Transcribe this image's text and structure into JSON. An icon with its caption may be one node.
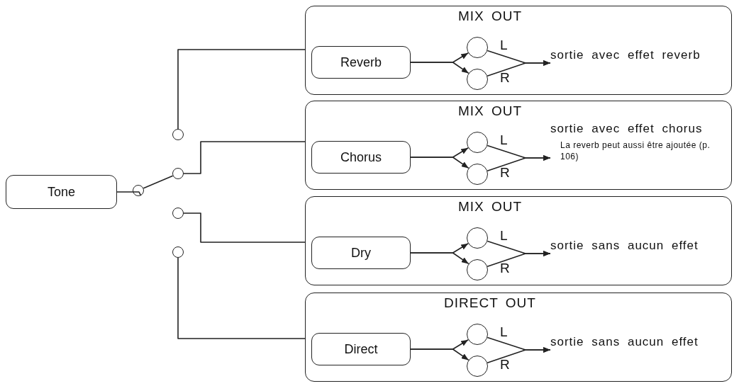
{
  "diagram": {
    "nodes": [
      {
        "text": [
          "Tone"
        ]
      },
      {
        "text": [],
        "shape": "circle"
      },
      {
        "text": [],
        "shape": "circle"
      },
      {
        "text": [],
        "shape": "circle"
      },
      {
        "text": [],
        "shape": "circle"
      },
      {
        "text": [],
        "shape": "circle"
      },
      {
        "text": [
          "MIX OUT"
        ]
      },
      {
        "text": [
          "Reverb"
        ],
        "in": 6
      },
      {
        "text": [],
        "shape": "circle",
        "beside": [
          "L"
        ],
        "in": 6
      },
      {
        "text": [],
        "shape": "circle",
        "beside": [
          "R"
        ],
        "in": 6
      },
      {
        "text": [
          "sortie avec effet reverb"
        ],
        "in": 6
      },
      {
        "text": [
          "MIX OUT"
        ]
      },
      {
        "text": [
          "Chorus"
        ],
        "in": 11
      },
      {
        "text": [],
        "shape": "circle",
        "beside": [
          "L"
        ],
        "in": 11
      },
      {
        "text": [],
        "shape": "circle",
        "beside": [
          "R"
        ],
        "in": 11
      },
      {
        "text": [
          "sortie avec effet chorus",
          "La reverb peut aussi être ajoutée (p. 106)"
        ],
        "in": 11
      },
      {
        "text": [
          "MIX OUT"
        ]
      },
      {
        "text": [
          "Dry"
        ],
        "in": 16
      },
      {
        "text": [],
        "shape": "circle",
        "beside": [
          "L"
        ],
        "in": 16
      },
      {
        "text": [],
        "shape": "circle",
        "beside": [
          "R"
        ],
        "in": 16
      },
      {
        "text": [
          "sortie sans aucun effet"
        ],
        "in": 16
      },
      {
        "text": [
          "DIRECT OUT"
        ]
      },
      {
        "text": [
          "Direct"
        ],
        "in": 21
      },
      {
        "text": [],
        "shape": "circle",
        "beside": [
          "L"
        ],
        "in": 21
      },
      {
        "text": [],
        "shape": "circle",
        "beside": [
          "R"
        ],
        "in": 21
      },
      {
        "text": [
          "sortie sans aucun effet"
        ],
        "in": 21
      }
    ],
    "edges": [
      {
        "from": 0,
        "to": 1,
        "arrow": "none"
      },
      {
        "from": 1,
        "to": 3,
        "arrow": "none"
      },
      {
        "from": 2,
        "to": 6,
        "arrow": "none"
      },
      {
        "from": 3,
        "to": 11,
        "arrow": "none"
      },
      {
        "from": 4,
        "to": 16,
        "arrow": "none"
      },
      {
        "from": 5,
        "to": 21,
        "arrow": "none"
      },
      {
        "from": 7,
        "to": 8,
        "arrow": "to"
      },
      {
        "from": 7,
        "to": 9,
        "arrow": "to"
      },
      {
        "from": 8,
        "to": 10,
        "arrow": "to"
      },
      {
        "from": 9,
        "to": 10,
        "arrow": "to"
      },
      {
        "from": 12,
        "to": 13,
        "arrow": "to"
      },
      {
        "from": 12,
        "to": 14,
        "arrow": "to"
      },
      {
        "from": 13,
        "to": 15,
        "arrow": "to"
      },
      {
        "from": 14,
        "to": 15,
        "arrow": "to"
      },
      {
        "from": 17,
        "to": 18,
        "arrow": "to"
      },
      {
        "from": 17,
        "to": 19,
        "arrow": "to"
      },
      {
        "from": 18,
        "to": 20,
        "arrow": "to"
      },
      {
        "from": 19,
        "to": 20,
        "arrow": "to"
      },
      {
        "from": 22,
        "to": 23,
        "arrow": "to"
      },
      {
        "from": 22,
        "to": 24,
        "arrow": "to"
      },
      {
        "from": 23,
        "to": 25,
        "arrow": "to"
      },
      {
        "from": 24,
        "to": 25,
        "arrow": "to"
      }
    ]
  }
}
